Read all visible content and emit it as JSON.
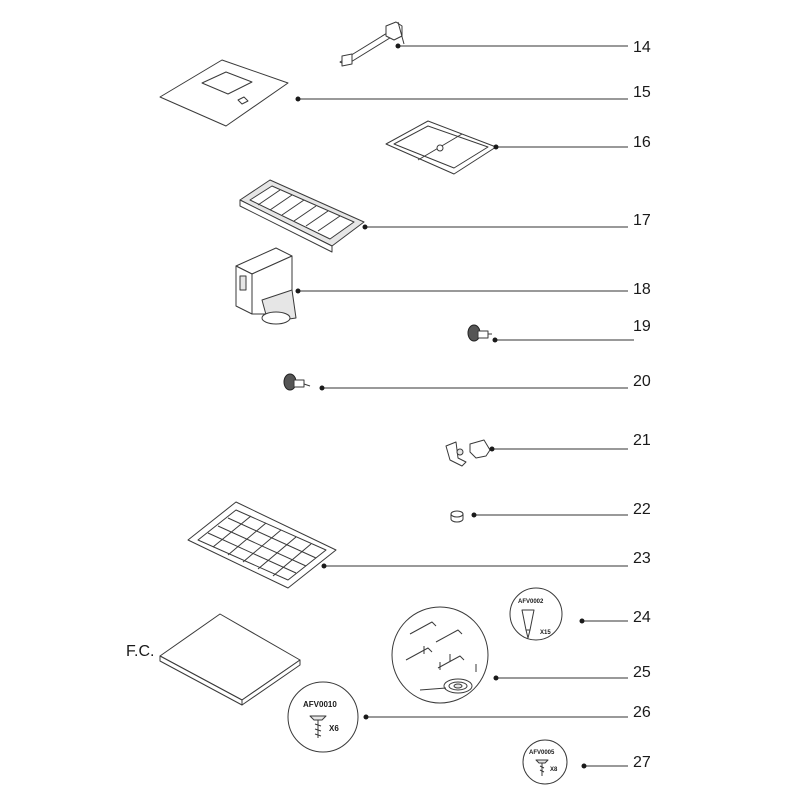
{
  "labels": {
    "n14": "14",
    "n15": "15",
    "n16": "16",
    "n17": "17",
    "n18": "18",
    "n19": "19",
    "n20": "20",
    "n21": "21",
    "n22": "22",
    "n23": "23",
    "n24": "24",
    "n25": "25",
    "n26": "26",
    "n27": "27",
    "fc": "F.C."
  },
  "badges": {
    "b24_code": "AFV0002",
    "b24_qty": "X15",
    "b26_code": "AFV0010",
    "b26_qty": "X6",
    "b27_code": "AFV0005",
    "b27_qty": "X8"
  },
  "colors": {
    "ink": "#1a1a1a",
    "line": "#333333",
    "fill": "#ffffff",
    "shade": "#e6e6e6"
  },
  "icons": [
    "screw-icon",
    "seal-tape-roll-icon",
    "bracket-icon"
  ]
}
